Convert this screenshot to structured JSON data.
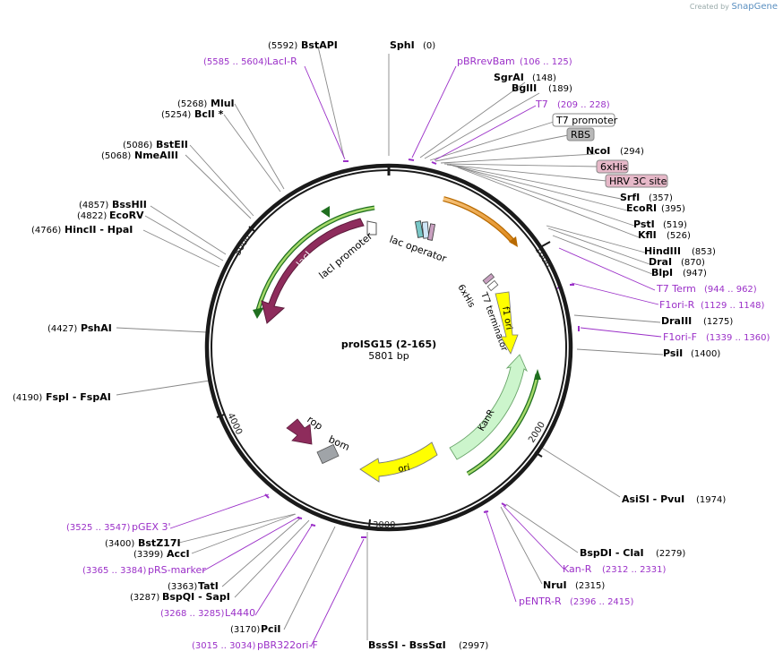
{
  "brand": {
    "prefix": "Created by",
    "name": "SnapGene"
  },
  "plasmid": {
    "name": "proISG15 (2-165)",
    "length": "5801 bp"
  },
  "ticks": [
    "1000",
    "2000",
    "3000",
    "4000",
    "5000"
  ],
  "enzymes": [
    {
      "name": "SphI",
      "pos": "(0)"
    },
    {
      "name": "SgrAI",
      "pos": "(148)"
    },
    {
      "name": "BglII",
      "pos": "(189)"
    },
    {
      "name": "NcoI",
      "pos": "(294)"
    },
    {
      "name": "SrfI",
      "pos": "(357)"
    },
    {
      "name": "EcoRI",
      "pos": "(395)"
    },
    {
      "name": "PstI",
      "pos": "(519)"
    },
    {
      "name": "KflI",
      "pos": "(526)"
    },
    {
      "name": "HindIII",
      "pos": "(853)"
    },
    {
      "name": "DraI",
      "pos": "(870)"
    },
    {
      "name": "BlpI",
      "pos": "(947)"
    },
    {
      "name": "DraIII",
      "pos": "(1275)"
    },
    {
      "name": "PsiI",
      "pos": "(1400)"
    },
    {
      "name": "AsiSI  -  PvuI",
      "pos": "(1974)"
    },
    {
      "name": "BspDI  -  ClaI",
      "pos": "(2279)"
    },
    {
      "name": "NruI",
      "pos": "(2315)"
    },
    {
      "name": "BssSI  -  BssSαI",
      "pos": "(2997)"
    },
    {
      "name": "PciI",
      "pos": "(3170)"
    },
    {
      "name": "BspQI  -  SapI",
      "pos": "(3287)"
    },
    {
      "name": "TatI",
      "pos": "(3363)"
    },
    {
      "name": "AccI",
      "pos": "(3399)"
    },
    {
      "name": "BstZ17I",
      "pos": "(3400)"
    },
    {
      "name": "FspI  -  FspAI",
      "pos": "(4190)"
    },
    {
      "name": "PshAI",
      "pos": "(4427)"
    },
    {
      "name": "HincII  -  HpaI",
      "pos": "(4766)"
    },
    {
      "name": "EcoRV",
      "pos": "(4822)"
    },
    {
      "name": "BssHII",
      "pos": "(4857)"
    },
    {
      "name": "NmeAIII",
      "pos": "(5068)"
    },
    {
      "name": "BstEII",
      "pos": "(5086)"
    },
    {
      "name": "BclI *",
      "pos": "(5254)"
    },
    {
      "name": "MluI",
      "pos": "(5268)"
    },
    {
      "name": "BstAPI",
      "pos": "(5592)"
    }
  ],
  "primers": [
    {
      "name": "LacI-R",
      "range": "(5585 .. 5604)"
    },
    {
      "name": "pBRrevBam",
      "range": "(106 .. 125)"
    },
    {
      "name": "T7",
      "range": "(209 .. 228)"
    },
    {
      "name": "T7 Term",
      "range": "(944 .. 962)"
    },
    {
      "name": "F1ori-R",
      "range": "(1129 .. 1148)"
    },
    {
      "name": "F1ori-F",
      "range": "(1339 .. 1360)"
    },
    {
      "name": "Kan-R",
      "range": "(2312 .. 2331)"
    },
    {
      "name": "pENTR-R",
      "range": "(2396 .. 2415)"
    },
    {
      "name": "pBR322ori-F",
      "range": "(3015 .. 3034)"
    },
    {
      "name": "L4440",
      "range": "(3268 .. 3285)"
    },
    {
      "name": "pRS-marker",
      "range": "(3365 .. 3384)"
    },
    {
      "name": "pGEX 3'",
      "range": "(3525 .. 3547)"
    }
  ],
  "boxed_features": [
    "T7 promoter",
    "RBS",
    "6xHis",
    "HRV 3C site"
  ],
  "features": [
    "lacI",
    "lacI promoter",
    "lac operator",
    "6xHis",
    "T7 terminator",
    "f1 ori",
    "KanR",
    "ori",
    "rop",
    "bom"
  ],
  "colors": {
    "lacI": "#8e2c5c",
    "f1ori": "#ffff00",
    "kanr": "#ccf5cc",
    "ori": "#ffff00",
    "rop": "#8e2c5c",
    "bom": "#a0a4a8",
    "primer": "#9b30c8",
    "backbone": "#1a1a1a"
  }
}
